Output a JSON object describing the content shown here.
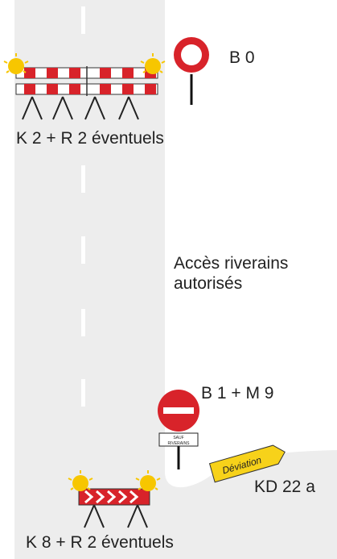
{
  "colors": {
    "road": "#ededed",
    "background": "#ffffff",
    "red": "#d8232a",
    "white": "#ffffff",
    "lamp": "#f7c600",
    "sign_yellow": "#f7d21a",
    "text": "#222222"
  },
  "signs": {
    "b0": {
      "code": "B 0",
      "icon": "circle-prohibition-sign"
    },
    "b1": {
      "code": "B 1 + M 9",
      "icon": "no-entry-sign",
      "plate_line1": "SAUF",
      "plate_line2": "RIVERAINS"
    },
    "deviation": {
      "text": "Déviation",
      "code": "KD 22 a",
      "icon": "arrow-direction-sign"
    }
  },
  "barriers": {
    "top": {
      "label": "K 2 + R 2 éventuels",
      "lamp_icon": "flashing-light-icon"
    },
    "bottom": {
      "label": "K 8 + R 2 éventuels",
      "lamp_icon": "flashing-light-icon"
    }
  },
  "note": {
    "line1": "Accès riverains",
    "line2": "autorisés"
  }
}
